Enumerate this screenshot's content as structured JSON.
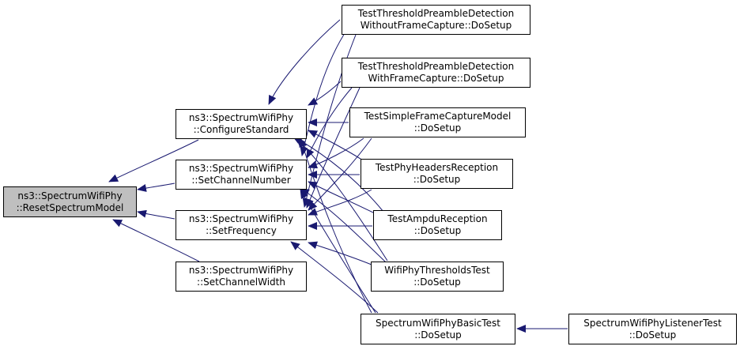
{
  "nodes": {
    "reset": {
      "l1": "ns3::SpectrumWifiPhy",
      "l2": "::ResetSpectrumModel"
    },
    "configure": {
      "l1": "ns3::SpectrumWifiPhy",
      "l2": "::ConfigureStandard"
    },
    "channelnum": {
      "l1": "ns3::SpectrumWifiPhy",
      "l2": "::SetChannelNumber"
    },
    "frequency": {
      "l1": "ns3::SpectrumWifiPhy",
      "l2": "::SetFrequency"
    },
    "width": {
      "l1": "ns3::SpectrumWifiPhy",
      "l2": "::SetChannelWidth"
    },
    "without": {
      "l1": "TestThresholdPreambleDetection",
      "l2": "WithoutFrameCapture::DoSetup"
    },
    "with": {
      "l1": "TestThresholdPreambleDetection",
      "l2": "WithFrameCapture::DoSetup"
    },
    "simple": {
      "l1": "TestSimpleFrameCaptureModel",
      "l2": "::DoSetup"
    },
    "headers": {
      "l1": "TestPhyHeadersReception",
      "l2": "::DoSetup"
    },
    "ampdu": {
      "l1": "TestAmpduReception",
      "l2": "::DoSetup"
    },
    "thresholds": {
      "l1": "WifiPhyThresholdsTest",
      "l2": "::DoSetup"
    },
    "basic": {
      "l1": "SpectrumWifiPhyBasicTest",
      "l2": "::DoSetup"
    },
    "listener": {
      "l1": "SpectrumWifiPhyListenerTest",
      "l2": "::DoSetup"
    }
  },
  "edge_color": "#191970"
}
